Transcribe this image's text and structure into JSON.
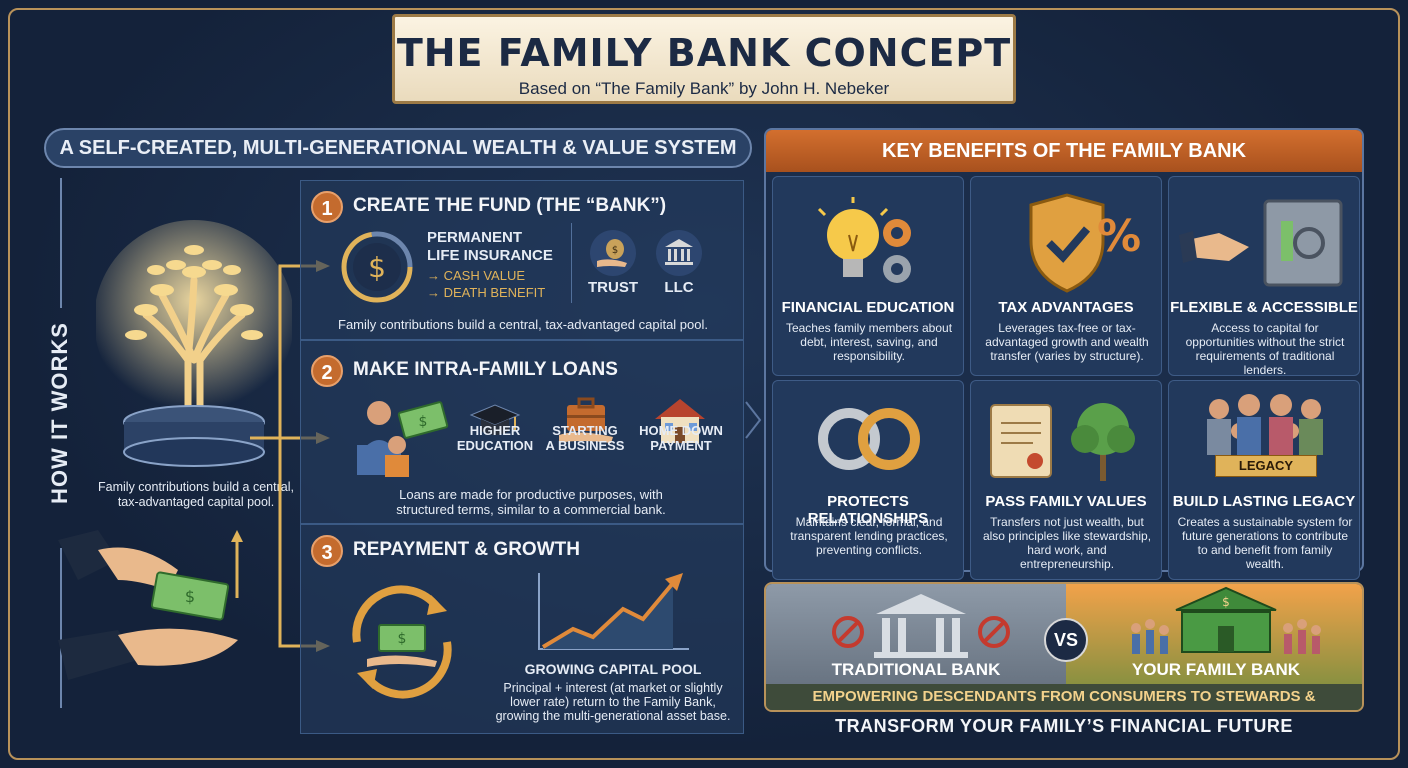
{
  "header": {
    "title": "THE FAMILY BANK CONCEPT",
    "subtitle": "Based on “The Family Bank” by John H. Nebeker"
  },
  "left": {
    "banner": "A SELF-CREATED, MULTI-GENERATIONAL WEALTH & VALUE SYSTEM",
    "side_label": "HOW IT WORKS",
    "tree_caption": "Family contributions build a central, tax-advantaged capital pool."
  },
  "steps": [
    {
      "number": "1",
      "title": "CREATE THE FUND (THE “BANK”)",
      "insurance_line1": "PERMANENT",
      "insurance_line2": "LIFE INSURANCE",
      "cash_value": "CASH VALUE",
      "death_benefit": "DEATH BENEFIT",
      "option_trust": "TRUST",
      "option_llc": "LLC",
      "description": "Family contributions build a central, tax-advantaged capital pool."
    },
    {
      "number": "2",
      "title": "MAKE INTRA-FAMILY LOANS",
      "purposes": [
        {
          "line1": "HIGHER",
          "line2": "EDUCATION"
        },
        {
          "line1": "STARTING",
          "line2": "A BUSINESS"
        },
        {
          "line1": "HOME DOWN",
          "line2": "PAYMENT"
        }
      ],
      "description": "Loans are made for productive purposes, with structured terms, similar to a commercial bank."
    },
    {
      "number": "3",
      "title": "REPAYMENT & GROWTH",
      "chart_label": "GROWING CAPITAL POOL",
      "description": "Principal + interest (at market or slightly lower rate) return to the Family Bank, growing the multi-generational asset base."
    }
  ],
  "benefits": {
    "header": "KEY BENEFITS OF THE FAMILY BANK",
    "cards": [
      {
        "title": "FINANCIAL EDUCATION",
        "desc": "Teaches family members about debt, interest, saving, and responsibility.",
        "icon": "lightbulb-gears-icon"
      },
      {
        "title": "TAX ADVANTAGES",
        "desc": "Leverages tax-free or tax-advantaged growth and wealth transfer (varies by structure).",
        "icon": "shield-percent-icon"
      },
      {
        "title": "FLEXIBLE & ACCESSIBLE",
        "desc": "Access to capital for opportunities without the strict requirements of traditional lenders.",
        "icon": "handshake-vault-icon"
      },
      {
        "title": "PROTECTS RELATIONSHIPS",
        "desc": "Maintains clear, formal, and transparent lending practices, preventing conflicts.",
        "icon": "linked-rings-icon"
      },
      {
        "title": "PASS FAMILY VALUES",
        "desc": "Transfers not just wealth, but also principles like stewardship, hard work, and entrepreneurship.",
        "icon": "scroll-tree-icon"
      },
      {
        "title": "BUILD LASTING LEGACY",
        "desc": "Creates a sustainable system for future generations to contribute to and benefit from family wealth.",
        "icon": "family-legacy-icon"
      }
    ],
    "legacy_banner": "LEGACY"
  },
  "comparison": {
    "left_label": "TRADITIONAL BANK",
    "vs": "VS",
    "right_label": "YOUR FAMILY BANK",
    "strip": "EMPOWERING DESCENDANTS FROM CONSUMERS TO STEWARDS & PRODUCERS"
  },
  "footer": "TRANSFORM YOUR FAMILY’S FINANCIAL FUTURE",
  "colors": {
    "background": "#14223a",
    "accent_orange": "#c46b2e",
    "gold": "#e0b35a",
    "panel": "#22395c"
  }
}
